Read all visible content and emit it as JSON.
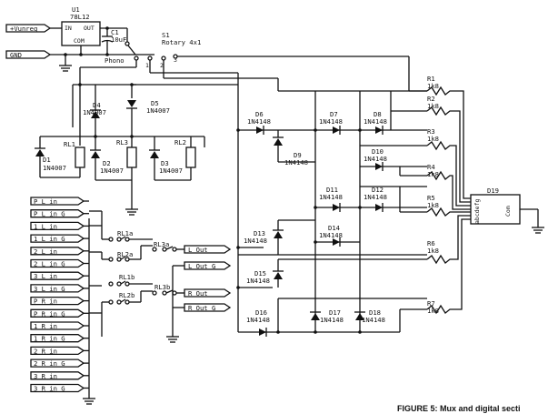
{
  "power": {
    "in_label": "+Vunreg",
    "gnd_label": "GND"
  },
  "regulator": {
    "ref": "U1",
    "part": "78L12",
    "pin_in": "IN",
    "pin_out": "OUT",
    "pin_com": "COM"
  },
  "c1": {
    "ref": "C1",
    "value": "10uF"
  },
  "switch": {
    "ref": "S1",
    "desc": "Rotary 4x1",
    "phono": "Phono",
    "p1": "1",
    "p2": "2",
    "p3": "3"
  },
  "rectifier": [
    {
      "ref": "D4",
      "part": "1N4007"
    },
    {
      "ref": "D5",
      "part": "1N4007"
    },
    {
      "ref": "D1",
      "part": "1N4007"
    },
    {
      "ref": "D2",
      "part": "1N4007"
    },
    {
      "ref": "D3",
      "part": "1N4007"
    }
  ],
  "relays": [
    "RL1",
    "RL3",
    "RL2"
  ],
  "matrix_diodes": [
    {
      "ref": "D6",
      "part": "1N4148"
    },
    {
      "ref": "D7",
      "part": "1N4148"
    },
    {
      "ref": "D8",
      "part": "1N4148"
    },
    {
      "ref": "D9",
      "part": "1N4148"
    },
    {
      "ref": "D10",
      "part": "1N4148"
    },
    {
      "ref": "D11",
      "part": "1N4148"
    },
    {
      "ref": "D12",
      "part": "1N4148"
    },
    {
      "ref": "D13",
      "part": "1N4148"
    },
    {
      "ref": "D14",
      "part": "1N4148"
    },
    {
      "ref": "D15",
      "part": "1N4148"
    },
    {
      "ref": "D16",
      "part": "1N4148"
    },
    {
      "ref": "D17",
      "part": "1N4148"
    },
    {
      "ref": "D18",
      "part": "1N4148"
    }
  ],
  "resistors": [
    {
      "ref": "R1",
      "value": "1k8"
    },
    {
      "ref": "R2",
      "value": "1k8"
    },
    {
      "ref": "R3",
      "value": "1k8"
    },
    {
      "ref": "R4",
      "value": "1k8"
    },
    {
      "ref": "R5",
      "value": "1k8"
    },
    {
      "ref": "R6",
      "value": "1k8"
    },
    {
      "ref": "R7",
      "value": "1k8"
    }
  ],
  "display": {
    "ref": "D19",
    "pins": "abcdefg",
    "common": "Com"
  },
  "inputs": [
    "P L in",
    "P L in G",
    "1 L in",
    "1 L in G",
    "2 L in",
    "2 L in G",
    "3 L in",
    "3 L in G",
    "P R in",
    "P R in G",
    "1 R in",
    "1 R in G",
    "2 R in",
    "2 R in G",
    "3 R in",
    "3 R in G"
  ],
  "contacts": [
    "RL1a",
    "RL2a",
    "RL3a",
    "RL1b",
    "RL2b",
    "RL3b"
  ],
  "outputs": [
    "L Out",
    "L Out G",
    "R Out",
    "R Out G"
  ],
  "caption": "FIGURE 5: Mux and digital secti"
}
